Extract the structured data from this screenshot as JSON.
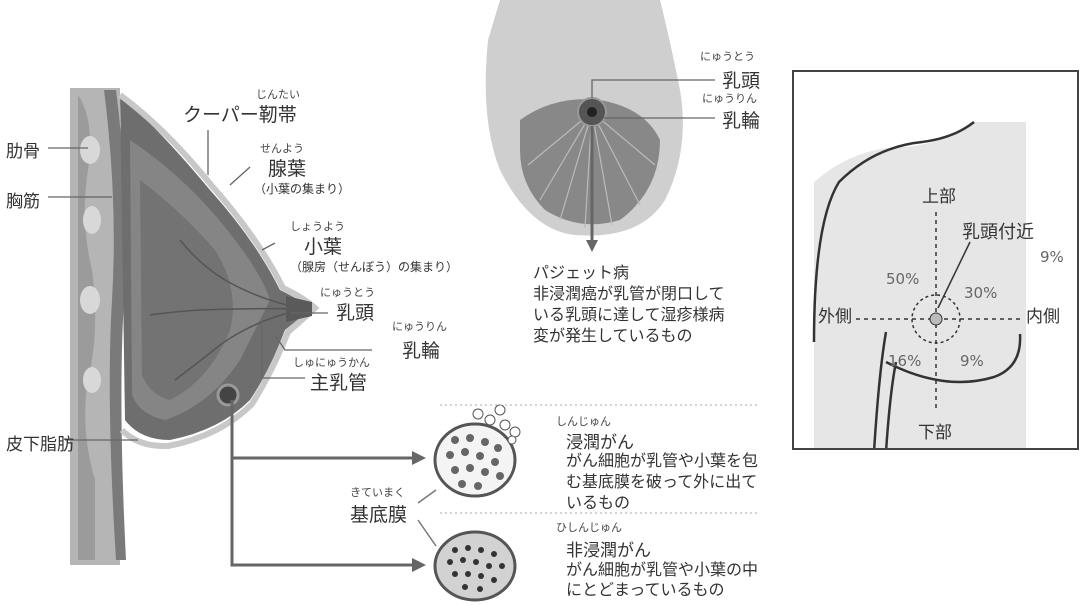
{
  "anatomy": {
    "rib": "肋骨",
    "pectoral": "胸筋",
    "subcutaneous_fat": "皮下脂肪",
    "cooper_ruby": "じんたい",
    "cooper": "クーパー靭帯",
    "lobe_ruby": "せんよう",
    "lobe": "腺葉",
    "lobe_note": "（小葉の集まり）",
    "lobule_ruby": "しょうよう",
    "lobule": "小葉",
    "lobule_note": "（腺房（せんぼう）の集まり）",
    "nipple_ruby": "にゅうとう",
    "nipple": "乳頭",
    "areola_ruby": "にゅうりん",
    "areola": "乳輪",
    "main_duct_ruby": "しゅにゅうかん",
    "main_duct": "主乳管"
  },
  "paget": {
    "nipple_ruby": "にゅうとう",
    "nipple": "乳頭",
    "areola_ruby": "にゅうりん",
    "areola": "乳輪",
    "title": "パジェット病",
    "desc_lines": [
      "非浸潤癌が乳管が閉口して",
      "いる乳頭に達して湿疹様病",
      "変が発生しているもの"
    ]
  },
  "cancer": {
    "basement_ruby": "きていまく",
    "basement": "基底膜",
    "invasive_ruby": "しんじゅん",
    "invasive": "浸潤がん",
    "invasive_lines": [
      "がん細胞が乳管や小葉を包",
      "む基底膜を破って外に出て",
      "いるもの"
    ],
    "noninvasive_ruby": "ひしんじゅん",
    "noninvasive": "非浸潤がん",
    "noninvasive_lines": [
      "がん細胞が乳管や小葉の中",
      "にとどまっているもの"
    ]
  },
  "chart_box": {
    "upper": "上部",
    "lower": "下部",
    "outer": "外側",
    "inner": "内側",
    "near_nipple": "乳頭付近",
    "near_nipple_pct": "9%",
    "upper_outer_pct": "50%",
    "upper_inner_pct": "30%",
    "lower_outer_pct": "16%",
    "lower_inner_pct": "9%"
  },
  "colors": {
    "tissue_dark": "#6e6e6e",
    "tissue_mid": "#8c8c8c",
    "skin_light": "#c8c8c8",
    "arrow": "#666666",
    "chart_fill": "#e6e6e6"
  }
}
